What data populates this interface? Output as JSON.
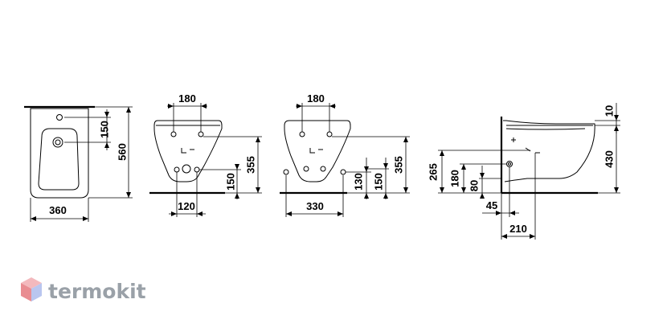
{
  "watermark": {
    "brand": "termokit"
  },
  "views": {
    "top": {
      "width": "360",
      "depth": "560",
      "hole_offset": "150"
    },
    "front": {
      "hole_spacing": "180",
      "mount_spacing": "120",
      "height": "355",
      "mount_height": "150"
    },
    "rear": {
      "hole_spacing": "180",
      "mount_spacing": "330",
      "height": "355",
      "mount_height_a": "130",
      "mount_height_b": "150"
    },
    "side": {
      "rim_thickness": "10",
      "height": "430",
      "inlet_height": "265",
      "outlet_height": "180",
      "lower_height": "80",
      "offset_a": "45",
      "offset_b": "210"
    }
  }
}
